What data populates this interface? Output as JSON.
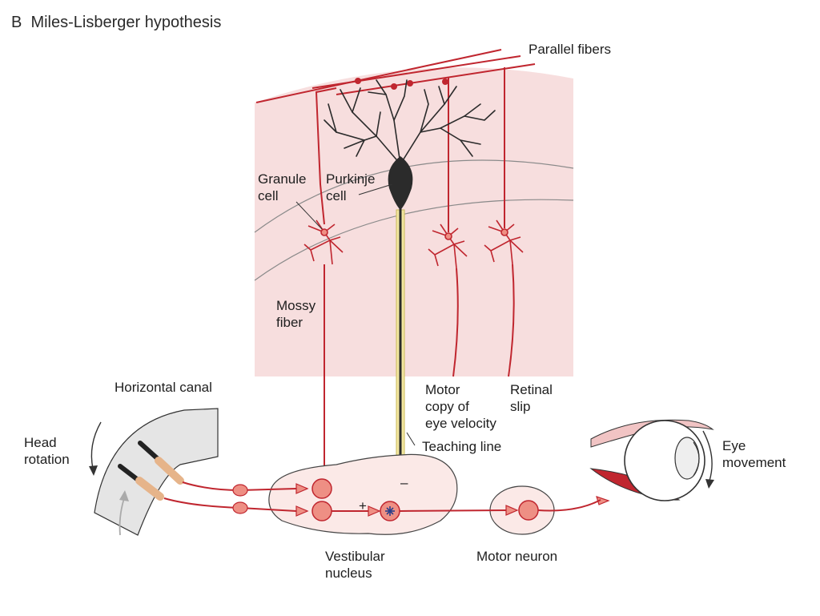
{
  "title": "B  Miles-Lisberger hypothesis",
  "labels": {
    "parallel_fibers": "Parallel fibers",
    "granule_cell": "Granule\ncell",
    "purkinje_cell": "Purkinje\ncell",
    "mossy_fiber": "Mossy\nfiber",
    "motor_copy": "Motor\ncopy of\neye velocity",
    "retinal_slip": "Retinal\nslip",
    "horizontal_canal": "Horizontal canal",
    "head_rotation": "Head\nrotation",
    "teaching_line": "Teaching line",
    "eye_movement": "Eye\nmovement",
    "vestibular_nucleus": "Vestibular\nnucleus",
    "motor_neuron": "Motor neuron",
    "plus_sign": "+",
    "minus_sign": "–"
  },
  "colors": {
    "nerve": "#c0262f",
    "cell_fill": "#ee8f84",
    "region_fill": "#f7dede",
    "nucleus_fill": "#fbe9e7",
    "purkinje": "#2b2b2b",
    "teaching": "#f3e7a0",
    "canal": "#e5e5e5"
  },
  "icons": [
    "rotation-arrow-icon",
    "hair-cell-icon",
    "eye-icon",
    "synapse-icon"
  ]
}
